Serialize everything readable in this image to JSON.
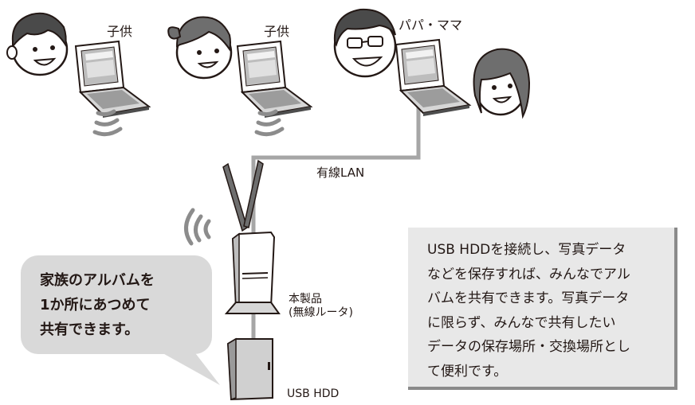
{
  "people": [
    {
      "label": "子供",
      "role": "boy"
    },
    {
      "label": "子供",
      "role": "girl"
    },
    {
      "label": "パパ・ママ",
      "role": "parents"
    }
  ],
  "connection": {
    "lan_label": "有線LAN"
  },
  "product": {
    "label_line1": "本製品",
    "label_line2": "(無線ルータ)"
  },
  "storage": {
    "label": "USB HDD"
  },
  "callout": {
    "lines": [
      "家族のアルバムを",
      "1か所にあつめて",
      "共有できます。"
    ]
  },
  "info": {
    "lines": [
      "USB  HDDを接続し、写真データ",
      "などを保存すれば、みんなでアル",
      "バムを共有できます。写真データ",
      "に限らず、みんなで共有したい",
      "データの保存場所・交換場所とし",
      "て便利です。"
    ]
  },
  "icons": [
    "laptop-icon",
    "wifi-waves-icon",
    "router-icon",
    "hdd-icon",
    "face-icon"
  ],
  "colors": {
    "line": "#a6a6a6",
    "dark": "#231815",
    "bubble": "#d9d9d9",
    "infobox": "#e8e8e8"
  }
}
